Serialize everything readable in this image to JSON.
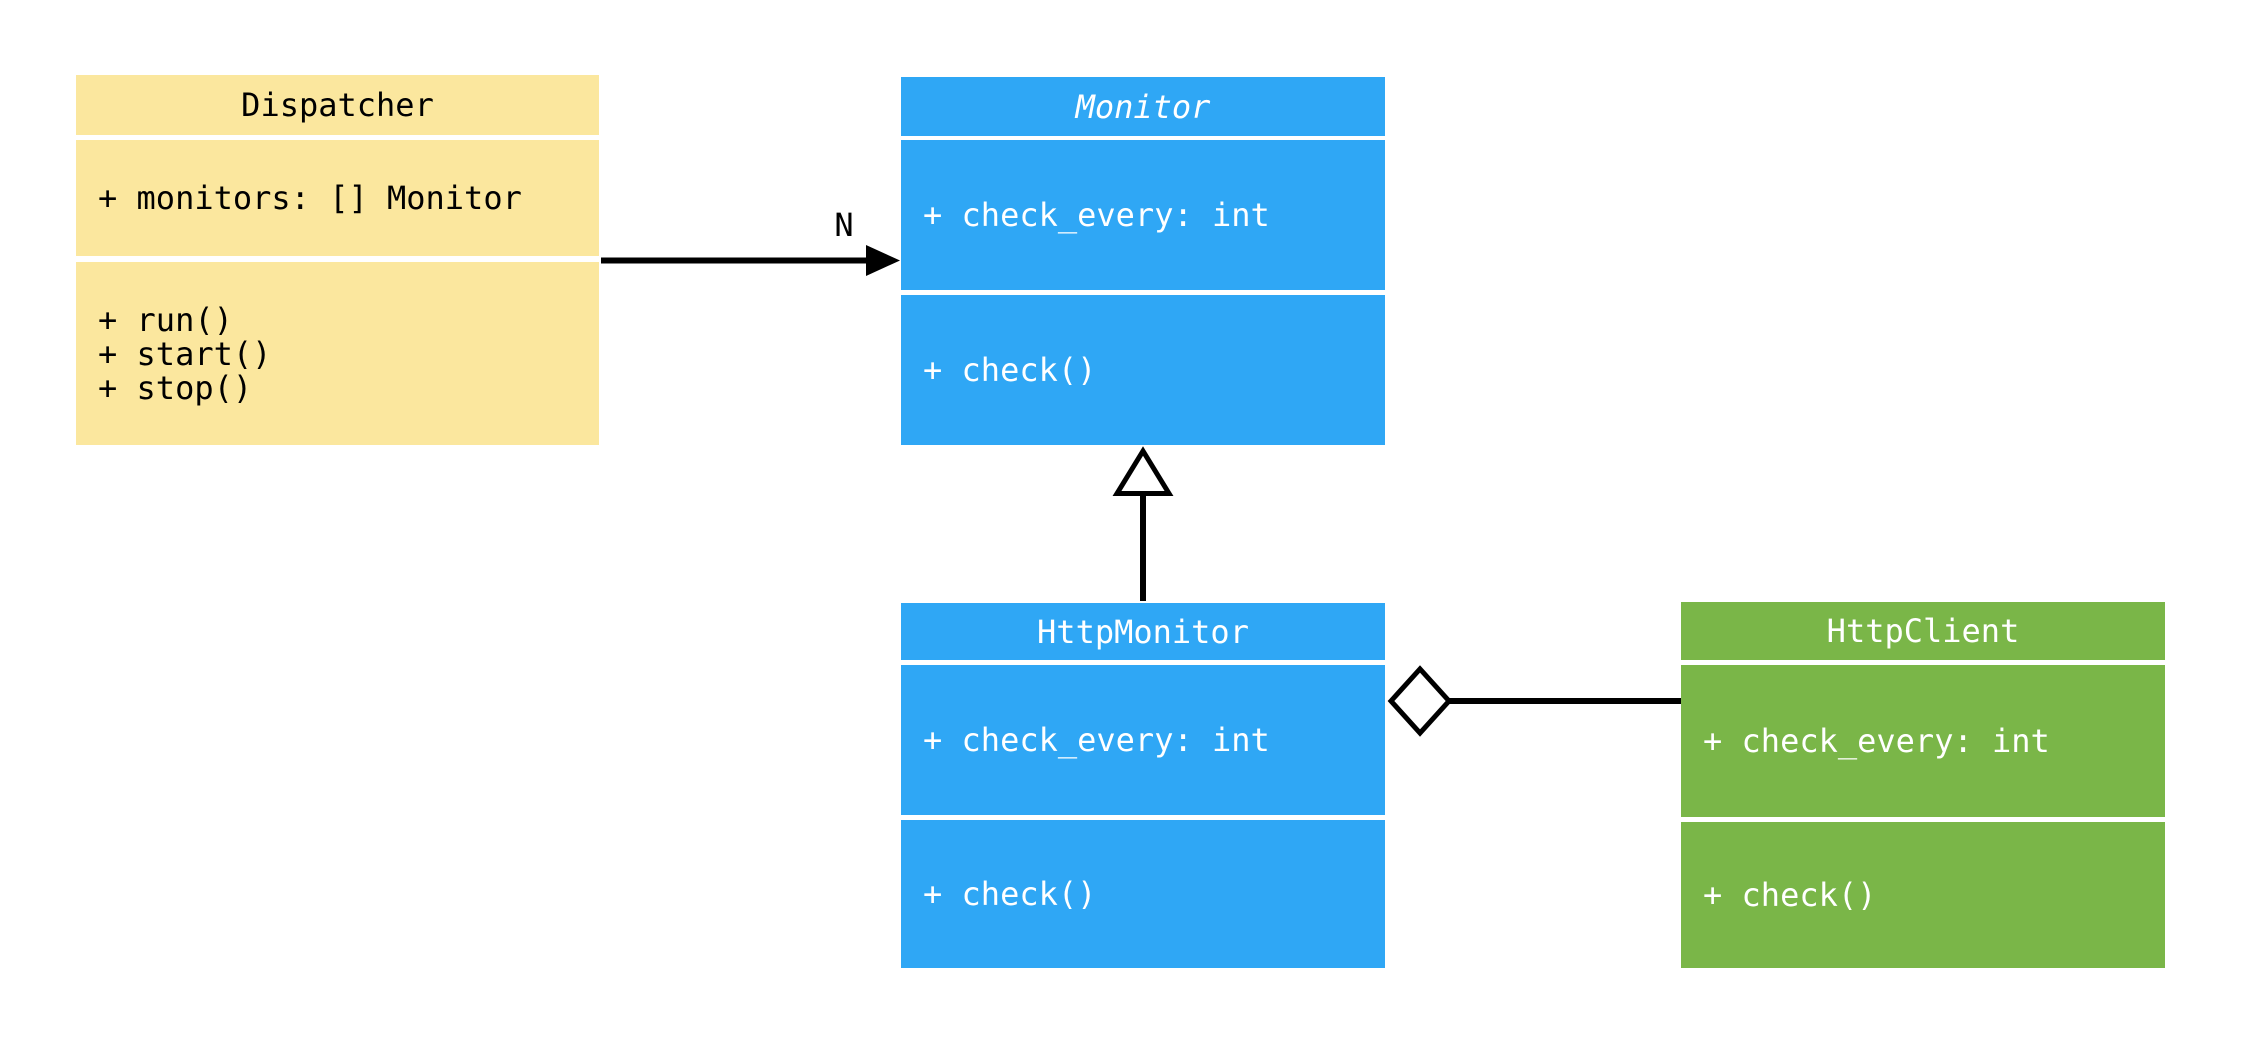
{
  "diagram": {
    "kind": "uml-class-diagram",
    "background": "#ffffff"
  },
  "colors": {
    "dispatcher_fill": "#FBE79E",
    "monitor_fill": "#2FA7F5",
    "http_client_fill": "#7AB648",
    "connector": "#000000",
    "text_on_light": "#000000",
    "text_on_dark": "#ffffff"
  },
  "classes": [
    {
      "id": "dispatcher",
      "title": "Dispatcher",
      "abstract": false,
      "attributes": [
        "+ monitors: [] Monitor"
      ],
      "methods": [
        "+ run()",
        "+ start()",
        "+ stop()"
      ]
    },
    {
      "id": "monitor",
      "title": "Monitor",
      "abstract": true,
      "attributes": [
        "+ check_every: int"
      ],
      "methods": [
        "+ check()"
      ]
    },
    {
      "id": "http-monitor",
      "title": "HttpMonitor",
      "abstract": false,
      "attributes": [
        "+ check_every: int"
      ],
      "methods": [
        "+ check()"
      ]
    },
    {
      "id": "http-client",
      "title": "HttpClient",
      "abstract": false,
      "attributes": [
        "+ check_every: int"
      ],
      "methods": [
        "+ check()"
      ]
    }
  ],
  "relationships": [
    {
      "type": "association",
      "from": "Dispatcher",
      "to": "Monitor",
      "multiplicity": "N"
    },
    {
      "type": "generalization",
      "from": "HttpMonitor",
      "to": "Monitor"
    },
    {
      "type": "aggregation",
      "from": "HttpMonitor",
      "to": "HttpClient"
    }
  ]
}
